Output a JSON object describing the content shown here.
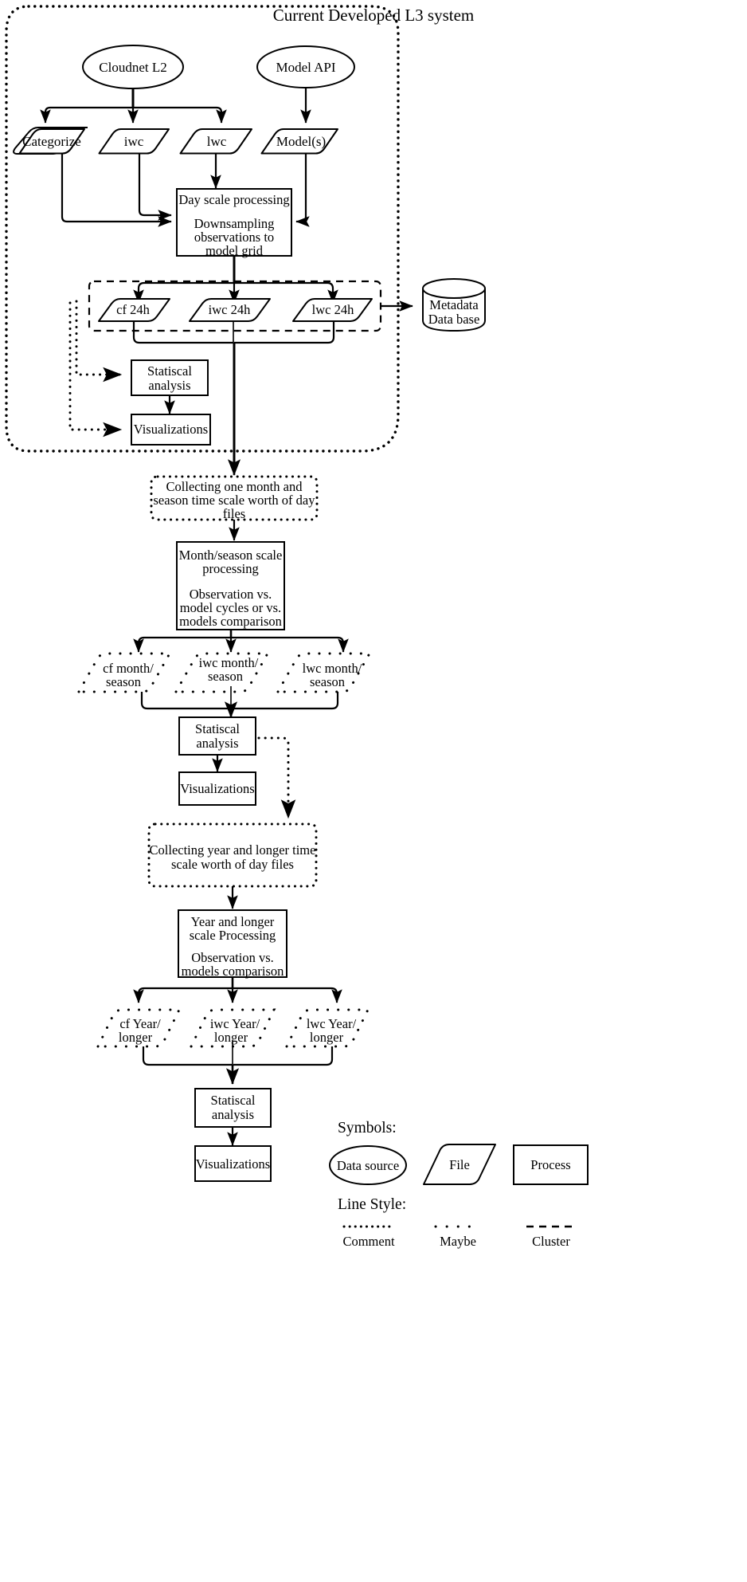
{
  "diagram": {
    "title": "Current Developed L3 system",
    "nodes": {
      "cloudnet_l2": "Cloudnet L2",
      "model_api": "Model API",
      "categorize": "Categorize",
      "iwc": "iwc",
      "lwc": "lwc",
      "models": "Model(s)",
      "day_scale_line1": "Day scale processing",
      "day_scale_line2": "Downsampling",
      "day_scale_line3": "observations to",
      "day_scale_line4": "model grid",
      "cf24": "cf 24h",
      "iwc24": "iwc 24h",
      "lwc24": "lwc 24h",
      "metadata_line1": "Metadata",
      "metadata_line2": "Data base",
      "stat1_line1": "Statiscal",
      "stat1_line2": "analysis",
      "vis1": "Visualizations",
      "collect_month_line1": "Collecting one month and",
      "collect_month_line2": "season time scale worth of day",
      "collect_month_line3": "files",
      "month_proc_line1": "Month/season scale",
      "month_proc_line2": "processing",
      "month_proc_line3": "Observation vs.",
      "month_proc_line4": "model cycles or vs.",
      "month_proc_line5": "models comparison",
      "cf_month_line1": "cf month/",
      "cf_month_line2": "season",
      "iwc_month_line1": "iwc month/",
      "iwc_month_line2": "season",
      "lwc_month_line1": "lwc month/",
      "lwc_month_line2": "season",
      "stat2_line1": "Statiscal",
      "stat2_line2": "analysis",
      "vis2": "Visualizations",
      "collect_year_line1": "Collecting year and longer time",
      "collect_year_line2": "scale worth of day files",
      "year_proc_line1": "Year and longer",
      "year_proc_line2": "scale Processing",
      "year_proc_line3": "Observation vs.",
      "year_proc_line4": "models comparison",
      "cf_year_line1": "cf Year/",
      "cf_year_line2": "longer",
      "iwc_year_line1": "iwc Year/",
      "iwc_year_line2": "longer",
      "lwc_year_line1": "lwc Year/",
      "lwc_year_line2": "longer",
      "stat3_line1": "Statiscal",
      "stat3_line2": "analysis",
      "vis3": "Visualizations"
    },
    "legend": {
      "symbols_heading": "Symbols:",
      "data_source": "Data source",
      "file": "File",
      "process": "Process",
      "line_style_heading": "Line Style:",
      "comment": "Comment",
      "maybe": "Maybe",
      "cluster": "Cluster"
    },
    "colors": {
      "stroke": "#000000",
      "fill": "#ffffff",
      "background": "#ffffff"
    }
  }
}
